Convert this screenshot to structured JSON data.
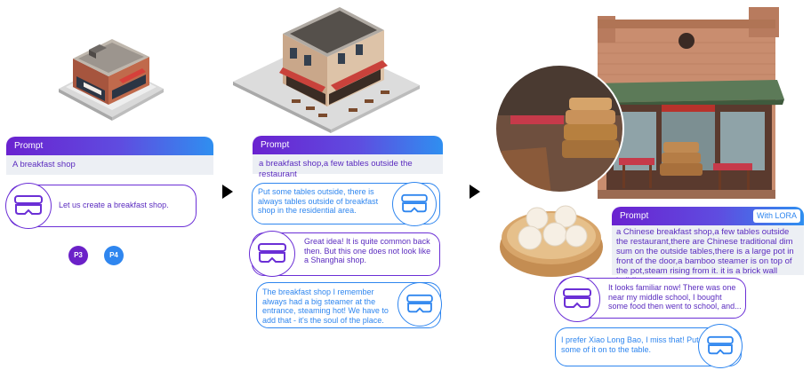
{
  "panel1": {
    "prompt_label": "Prompt",
    "prompt_text": "A breakfast shop",
    "agent_message": "Let us create a breakfast shop.",
    "badges": [
      "P3",
      "P4"
    ],
    "badge_colors": [
      "#6b21c8",
      "#2f86ef"
    ]
  },
  "panel2": {
    "prompt_label": "Prompt",
    "prompt_text": "a breakfast shop,a few tables outside the restaurant",
    "user_message_1": "Put some tables outside, there is always tables outside of breakfast shop in the residential area.",
    "agent_message": "Great idea! It is quite common back then. But this one does not look like a Shanghai shop.",
    "user_message_2": "The breakfast shop I remember always had a big steamer at the entrance, steaming hot! We have to add that - it's the soul of the place."
  },
  "panel3": {
    "prompt_label": "Prompt",
    "lora_label": "With LORA",
    "prompt_text": "a Chinese breakfast shop,a few tables outside the restaurant,there are Chinese traditional dim sum on the outside tables,there is a large pot in front of the door,a bamboo steamer is on top of the pot,steam rising from it. it is a brick wall building.",
    "agent_message": "It looks familiar now! There was one near my middle school, I bought some food then went to school, and...",
    "user_message": "I prefer Xiao Long Bao, I miss that! Put some of it on to the table."
  },
  "colors": {
    "purple": "#6b2fd6",
    "blue": "#2f86ef",
    "prompt_gradient_start": "#6a22d0",
    "prompt_gradient_end": "#2f8ff0",
    "prompt_body": "#eceff4"
  },
  "icons": [
    "vr-headset-icon",
    "play-arrow-icon"
  ]
}
